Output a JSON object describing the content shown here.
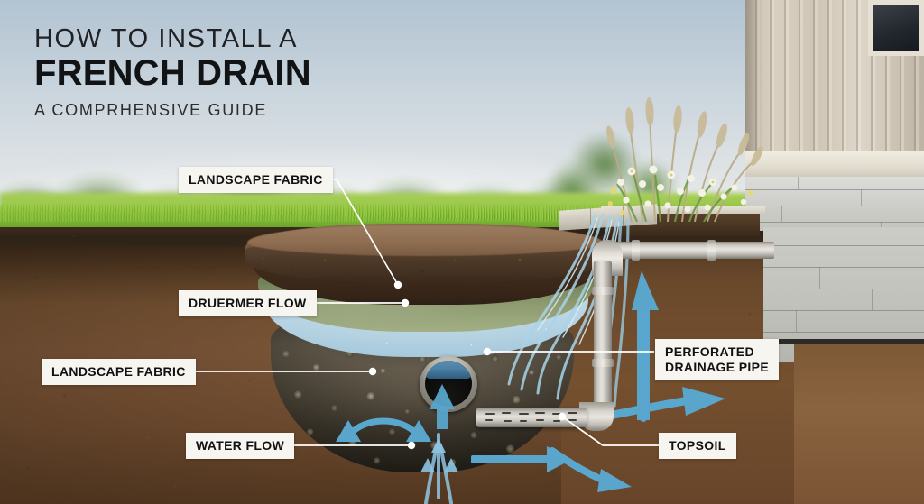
{
  "title": {
    "line1": "HOW TO INSTALL A",
    "line2": "FRENCH DRAIN",
    "line3": "A COMPRHENSIVE GUIDE"
  },
  "callouts": [
    {
      "id": "landscape-fabric-top",
      "label": "LANDSCAPE FABRIC"
    },
    {
      "id": "druermer-flow",
      "label": "DRUERMER FLOW"
    },
    {
      "id": "landscape-fabric-mid",
      "label": "LANDSCAPE FABRIC"
    },
    {
      "id": "water-flow",
      "label": "WATER FLOW"
    },
    {
      "id": "perforated-drainage-pipe",
      "label": "PERFORATED\nDRAINAGE PIPE"
    },
    {
      "id": "topsoil",
      "label": "TOPSOIL"
    }
  ],
  "scene": {
    "description": "Cross-section illustration of a french drain trench beside a house foundation",
    "elements": [
      "sky",
      "tree-line",
      "lawn",
      "soil-cut-face",
      "trench",
      "gravel-bed",
      "perforated-pipe",
      "downspout-pipe",
      "water-flow-arrows",
      "house",
      "planter-bed"
    ]
  },
  "colors": {
    "callout_background": "#f7f5ef",
    "callout_text": "#111111",
    "leader_line": "#ffffff",
    "water_arrow": "#59a5cc",
    "grass": "#8ec23c",
    "topsoil_dark": "#33271a",
    "subsoil_brown": "#7a5533",
    "gravel": "#b5ab95",
    "fabric_green": "#6e7d54",
    "pipe_gray": "#cfccc5",
    "house_siding": "#d8cfc1",
    "sky": "#c3d0da"
  }
}
